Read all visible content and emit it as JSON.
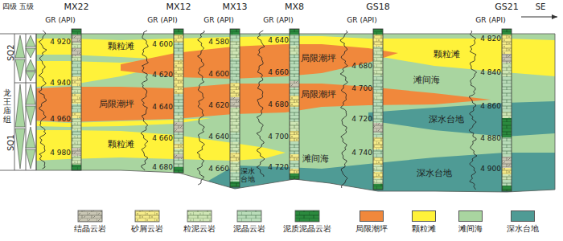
{
  "diagram": {
    "labels": [
      "四级",
      "五级",
      "SQ2",
      "SQ1",
      "龙王庙组",
      "MX22",
      "MX12",
      "MX13",
      "MX8",
      "GS18",
      "GS21",
      "GR (API)",
      "GR (API)",
      "GR (API)",
      "GR (API)",
      "GR (API)",
      "GR (API)",
      "SE",
      "4 920",
      "4 940",
      "4 960",
      "4 980",
      "4 600",
      "4 620",
      "4 640",
      "4 660",
      "4 680",
      "4 580",
      "4 600",
      "4 620",
      "4 640",
      "4 660",
      "4 640",
      "4 660",
      "4 680",
      "4 700",
      "4 720",
      "4 680",
      "4 700",
      "4 720",
      "4 740",
      "4 820",
      "4 840",
      "4 860",
      "4 880",
      "4 900",
      "颗粒滩",
      "局限潮坪",
      "颗粒滩",
      "滩间海",
      "局限潮坪",
      "局限潮坪",
      "深水台地",
      "颗粒滩",
      "滩间海",
      "深水台地",
      "深水台地"
    ],
    "legend": [
      {
        "text": "结晶云岩"
      },
      {
        "text": "砂屑云岩"
      },
      {
        "text": "粒泥云岩"
      },
      {
        "text": "泥晶云岩"
      },
      {
        "text": "泥质泥晶云岩"
      },
      {
        "text": "局限潮坪",
        "color": "#f0883c"
      },
      {
        "text": "颗粒滩",
        "color": "#fff23a"
      },
      {
        "text": "滩间海",
        "color": "#a9d5a0"
      },
      {
        "text": "深水台地",
        "color": "#4f9b95"
      }
    ]
  }
}
